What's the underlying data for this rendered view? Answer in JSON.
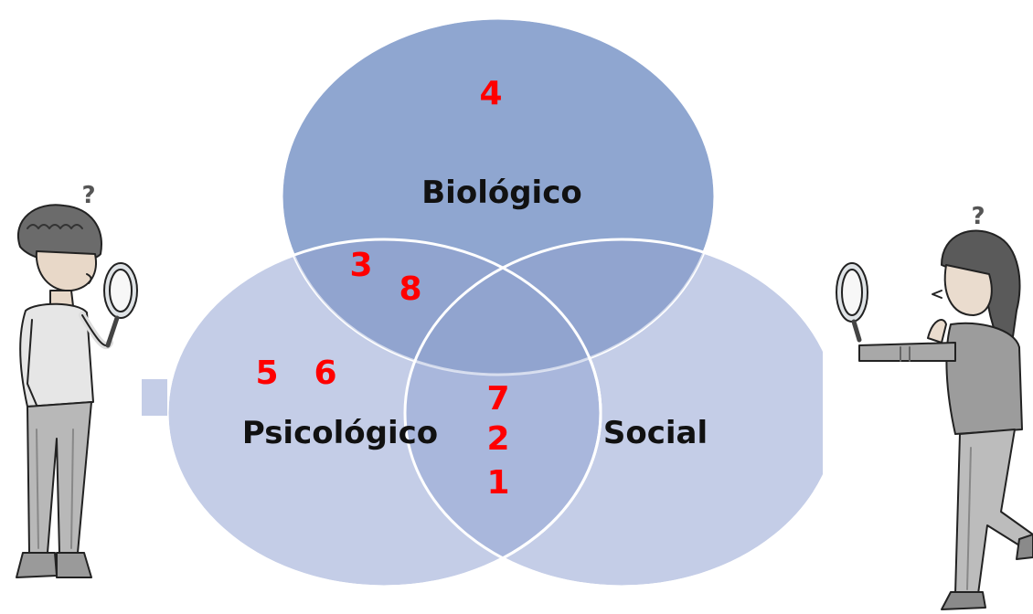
{
  "diagram": {
    "circles": [
      {
        "id": "biologico",
        "label": "Biológico",
        "color": "#8fa6d0"
      },
      {
        "id": "psicologico",
        "label": "Psicológico",
        "color": "#bcc7e3"
      },
      {
        "id": "social",
        "label": "Social",
        "color": "#bcc7e3"
      }
    ],
    "numbers": [
      "4",
      "3",
      "8",
      "5",
      "6",
      "7",
      "2",
      "1"
    ],
    "number_color": "#ff0000"
  },
  "illustrations": {
    "left": "boy-with-magnifying-glass",
    "right": "girl-with-magnifying-glass",
    "left_mark": "?",
    "right_mark": "?"
  }
}
